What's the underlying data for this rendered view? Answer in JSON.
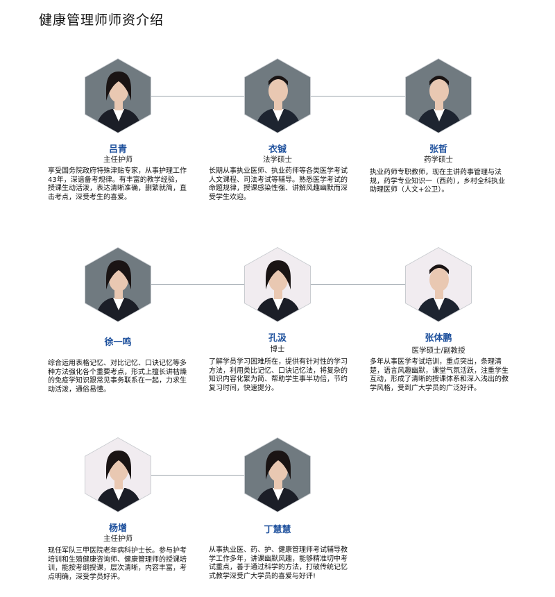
{
  "page": {
    "title": "健康管理师师资介绍"
  },
  "colors": {
    "name_blue": "#1c4f9c",
    "hex_dark": "#707a80",
    "hex_light": "#f1ecf0",
    "line": "#9aa3aa"
  },
  "teachers": [
    {
      "name": "吕青",
      "title": "主任护师",
      "bio": "享受国务院政府特殊津贴专家，从事护理工作43年，深谙备考规律。有丰富的教学经验，授课生动活泼，表达清晰准确，删繁就简，直击考点，深受考生的喜爱。",
      "bg": "dark",
      "portrait_icon": "woman-portrait-icon"
    },
    {
      "name": "衣铖",
      "title": "法学硕士",
      "bio": "长期从事执业医师、执业药师等各类医学考试人文课程、司法考试等辅导。熟悉医学考试的命题规律，授课感染性强、讲解风趣幽默而深受学生欢迎。",
      "bg": "dark",
      "portrait_icon": "man-portrait-icon"
    },
    {
      "name": "张哲",
      "title": "药学硕士",
      "bio": "执业药师专职教师，现在主讲药事管理与法规，药学专业知识一（西药），乡村全科执业助理医师（人文+公卫）。",
      "bg": "dark",
      "portrait_icon": "man-portrait-icon"
    },
    {
      "name": "徐一鸣",
      "title": "",
      "bio": "综合运用表格记忆、对比记忆、口诀记忆等多种方法强化各个重要考点，形式上擅长讲枯燥的免疫学知识跟常见事务联系在一起，力求生动活泼，通俗易懂。",
      "bg": "dark",
      "portrait_icon": "woman-portrait-icon"
    },
    {
      "name": "孔汲",
      "title": "博士",
      "bio": "了解学员学习困难所在，提供有针对性的学习方法，利用类比记忆、口诀记忆法，将复杂的知识内容化繁为简、帮助学生事半功倍，节约复习时间，快速提分。",
      "bg": "light",
      "portrait_icon": "woman-portrait-icon"
    },
    {
      "name": "张体鹏",
      "title": "医学硕士/副教授",
      "bio": "多年从事医学考试培训，重点突出，条理清楚，语言风趣幽默，课堂气氛活跃，注重学生互动，形成了清晰的授课体系和深入浅出的教学风格，受到广大学员的广泛好评。",
      "bg": "light",
      "portrait_icon": "man-portrait-icon"
    },
    {
      "name": "杨增",
      "title": "主任护师",
      "bio": "现任军队三甲医院老年病科护士长。参与护考 培训和生殖健康咨询师、健康管理师的授课培 训，能按考纲授课，层次清晰，内容丰富，考 点明确，深受学员好评。",
      "bg": "light",
      "portrait_icon": "woman-portrait-icon"
    },
    {
      "name": "丁慧慧",
      "title": "",
      "bio": "从事执业医、药、护、健康管理师考试辅导教学工作多年，讲课幽默风趣，能够精准切中考试重点，善于通过科学的方法，打破传统记忆式教学深受广大学员的喜爱与好评!",
      "bg": "dark",
      "portrait_icon": "woman-portrait-icon"
    }
  ]
}
